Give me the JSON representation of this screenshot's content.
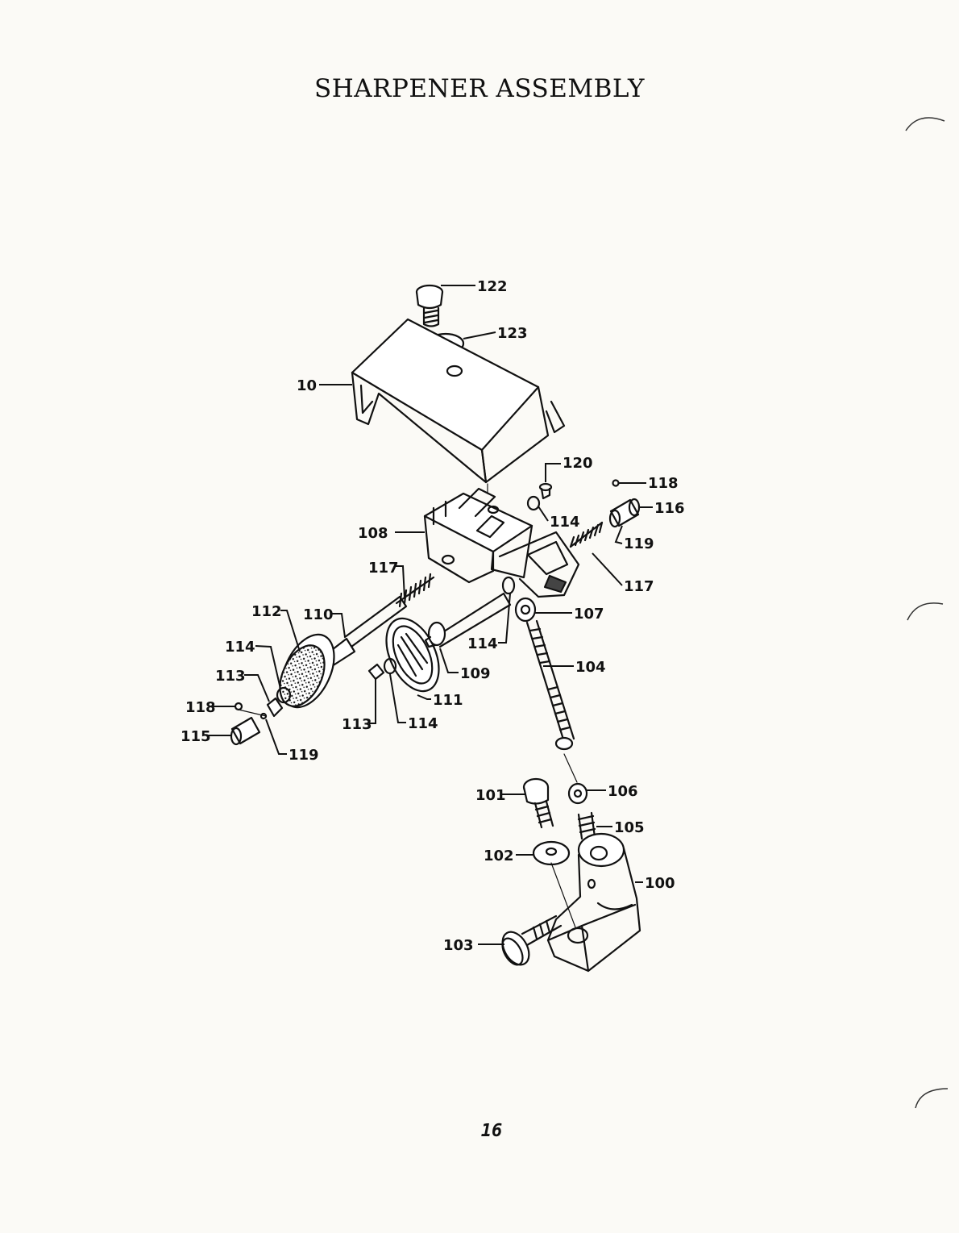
{
  "page": {
    "title": "SHARPENER ASSEMBLY",
    "page_number": "16"
  },
  "callouts": [
    {
      "id": "c122",
      "label": "122"
    },
    {
      "id": "c123",
      "label": "123"
    },
    {
      "id": "c10",
      "label": "10"
    },
    {
      "id": "c120",
      "label": "120"
    },
    {
      "id": "c118a",
      "label": "118"
    },
    {
      "id": "c116",
      "label": "116"
    },
    {
      "id": "c114a",
      "label": "114"
    },
    {
      "id": "c108",
      "label": "108"
    },
    {
      "id": "c119a",
      "label": "119"
    },
    {
      "id": "c117a",
      "label": "117"
    },
    {
      "id": "c117b",
      "label": "117"
    },
    {
      "id": "c107",
      "label": "107"
    },
    {
      "id": "c112",
      "label": "112"
    },
    {
      "id": "c110",
      "label": "110"
    },
    {
      "id": "c114b",
      "label": "114"
    },
    {
      "id": "c114c",
      "label": "114"
    },
    {
      "id": "c109",
      "label": "109"
    },
    {
      "id": "c104",
      "label": "104"
    },
    {
      "id": "c113a",
      "label": "113"
    },
    {
      "id": "c111",
      "label": "111"
    },
    {
      "id": "c118b",
      "label": "118"
    },
    {
      "id": "c113b",
      "label": "113"
    },
    {
      "id": "c114d",
      "label": "114"
    },
    {
      "id": "c115",
      "label": "115"
    },
    {
      "id": "c119b",
      "label": "119"
    },
    {
      "id": "c106",
      "label": "106"
    },
    {
      "id": "c101",
      "label": "101"
    },
    {
      "id": "c105",
      "label": "105"
    },
    {
      "id": "c102",
      "label": "102"
    },
    {
      "id": "c100",
      "label": "100"
    },
    {
      "id": "c103",
      "label": "103"
    }
  ]
}
